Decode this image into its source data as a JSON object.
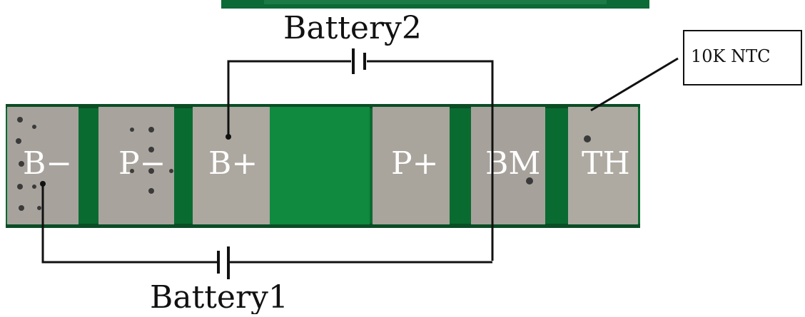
{
  "labels": {
    "battery2": "Battery2",
    "battery1": "Battery1",
    "ntc": "10K NTC"
  },
  "pads": [
    {
      "label": "B-",
      "color": "#a7a39c"
    },
    {
      "label": "P-",
      "color": "#a8a49d"
    },
    {
      "label": "B+",
      "color": "#aca79f"
    },
    {
      "label": "",
      "color": "#0f8a3e"
    },
    {
      "label": "P+",
      "color": "#a9a49c"
    },
    {
      "label": "BM",
      "color": "#a6a29b"
    },
    {
      "label": "TH",
      "color": "#aeaaa2"
    }
  ],
  "colors": {
    "pcb_green": "#0a6b31",
    "pcb_dark": "#0b4d25",
    "wire": "#111111",
    "pad_text": "#ffffff"
  }
}
